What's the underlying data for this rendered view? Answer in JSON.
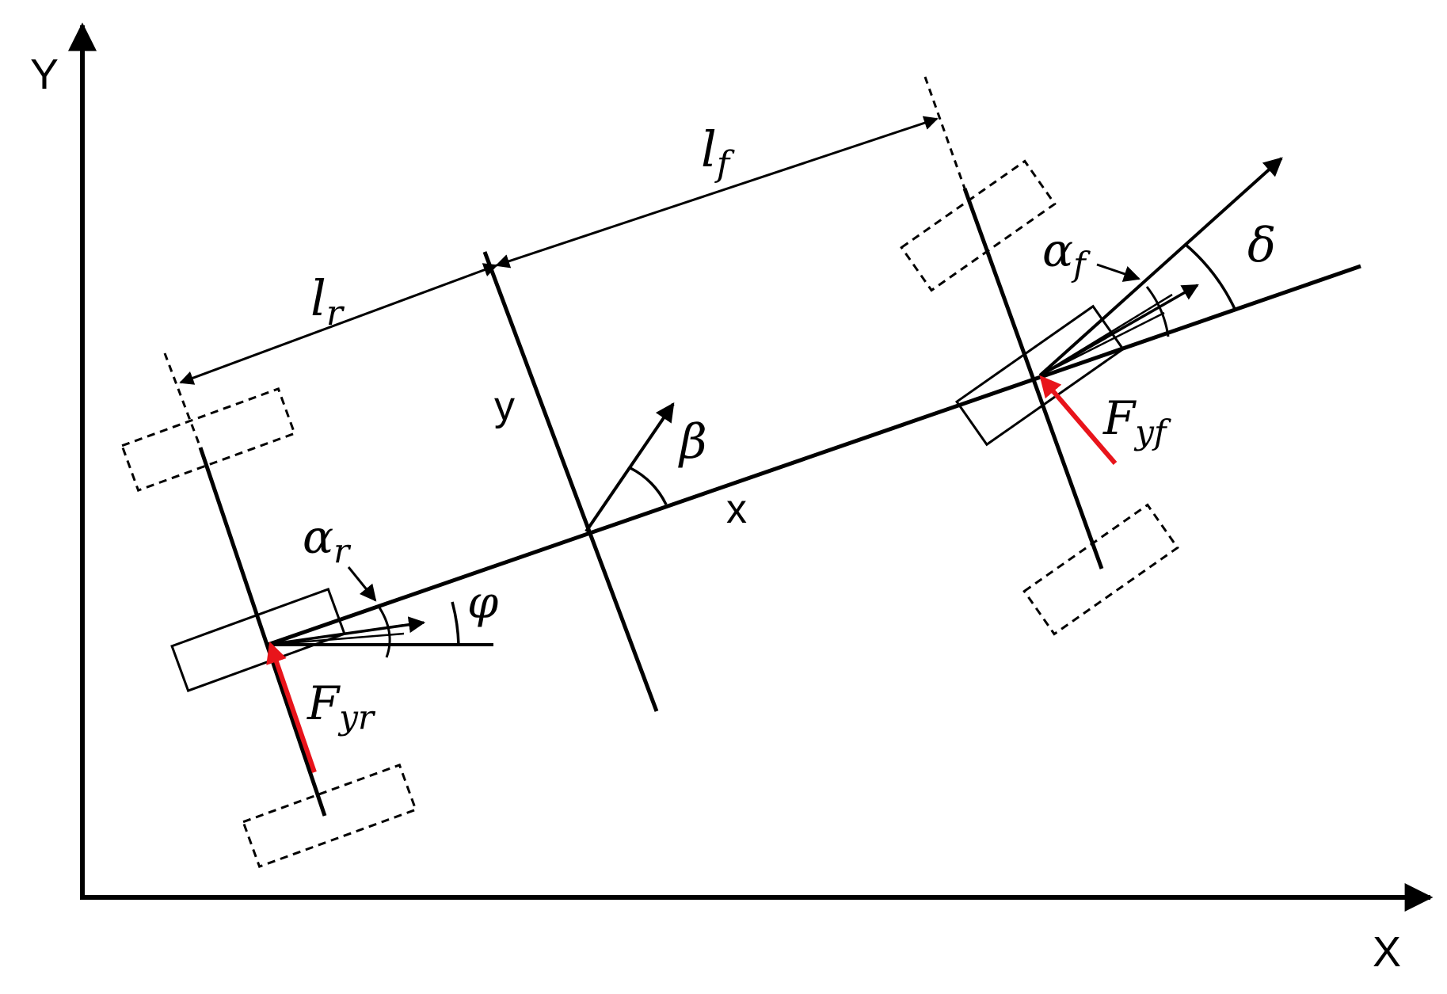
{
  "diagram": {
    "axes": {
      "X": "X",
      "Y": "Y"
    },
    "body_axes": {
      "x": "x",
      "y": "y"
    },
    "lengths": {
      "rear": {
        "base": "l",
        "sub": "r"
      },
      "front": {
        "base": "l",
        "sub": "f"
      }
    },
    "angles": {
      "beta": "β",
      "phi": "φ",
      "delta": "δ",
      "alpha_r": {
        "base": "α",
        "sub": "r"
      },
      "alpha_f": {
        "base": "α",
        "sub": "f"
      }
    },
    "forces": {
      "rear": {
        "base": "F",
        "sub": "yr"
      },
      "front": {
        "base": "F",
        "sub": "yf"
      }
    },
    "colors": {
      "line": "#000000",
      "force": "#e8141b"
    }
  }
}
